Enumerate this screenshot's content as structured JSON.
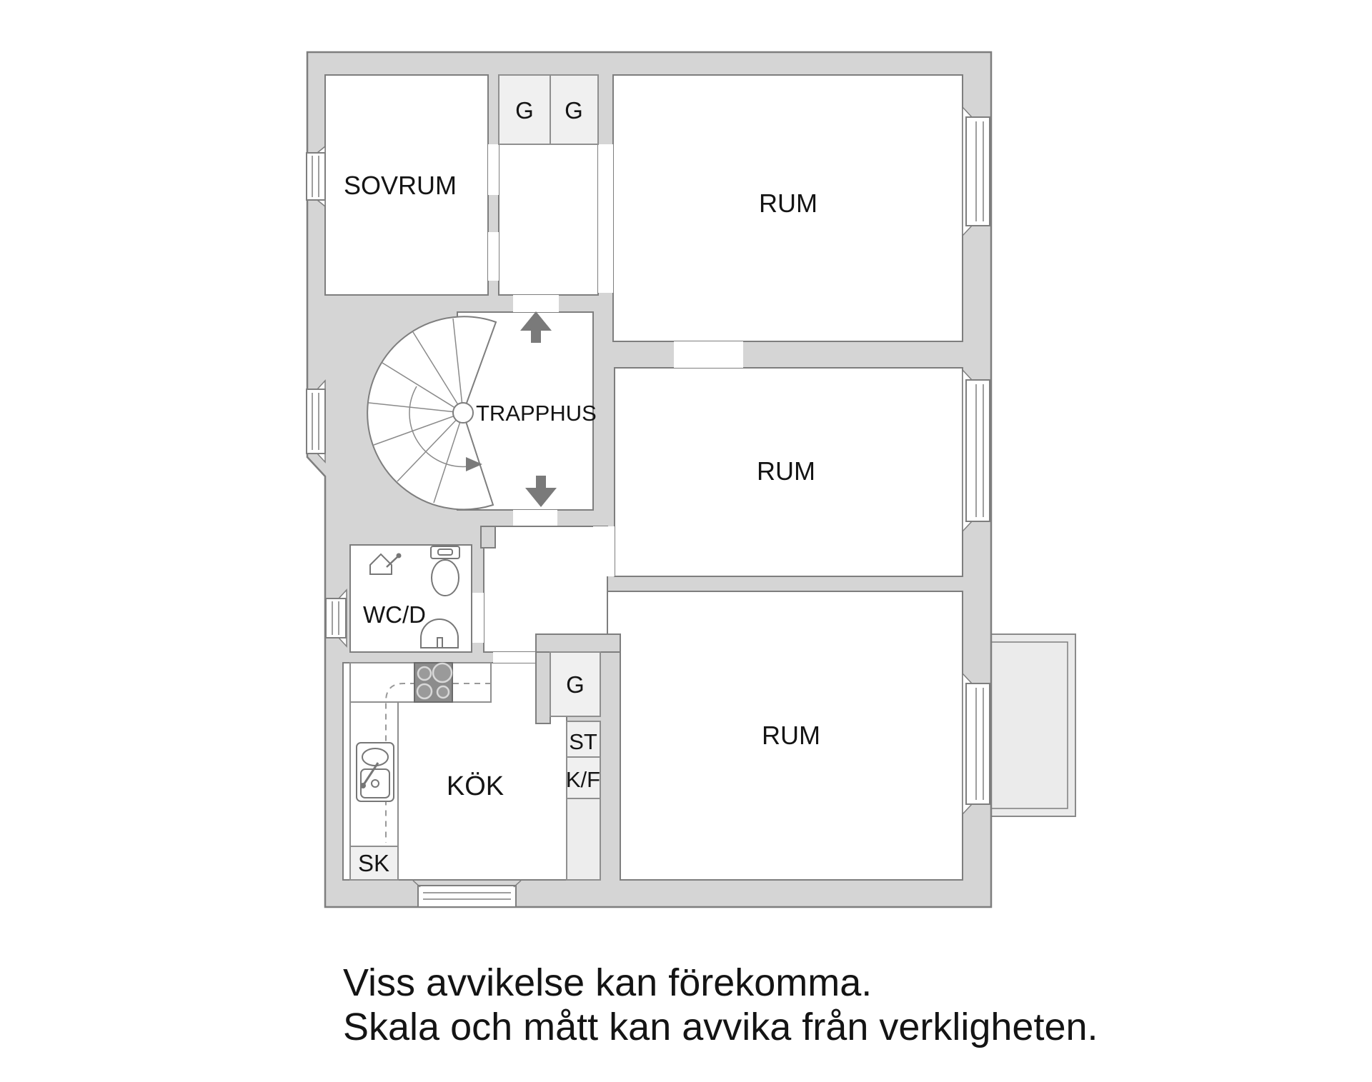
{
  "floorplan": {
    "rooms": {
      "sovrum": {
        "label": "SOVRUM"
      },
      "rum_top": {
        "label": "RUM"
      },
      "rum_middle": {
        "label": "RUM"
      },
      "rum_bottom": {
        "label": "RUM"
      },
      "trapphus": {
        "label": "TRAPPHUS"
      },
      "wcd": {
        "label": "WC/D"
      },
      "kok": {
        "label": "KÖK"
      }
    },
    "closets": {
      "g1": {
        "label": "G"
      },
      "g2": {
        "label": "G"
      },
      "g3": {
        "label": "G"
      },
      "st": {
        "label": "ST"
      },
      "kf": {
        "label": "K/F"
      },
      "sk": {
        "label": "SK"
      }
    },
    "icons": {
      "up_arrow": "stairs-up-arrow",
      "down_arrow": "stairs-down-arrow",
      "spiral_stair": "spiral-staircase",
      "toilet": "toilet-icon",
      "shower": "shower-icon",
      "washbasin": "washbasin-icon",
      "kitchen_sink": "kitchen-sink-icon",
      "stove": "stove-icon"
    },
    "footer": {
      "line1": "Viss avvikelse kan förekomma.",
      "line2": "Skala och mått kan avvika från verkligheten."
    },
    "colors": {
      "wall_fill": "#d5d5d5",
      "wall_outline": "#7e7e7e",
      "closet_fill": "#f0f0f0",
      "balcony_fill": "#ebebeb",
      "arrow": "#7a7a7a",
      "text": "#141414"
    }
  }
}
